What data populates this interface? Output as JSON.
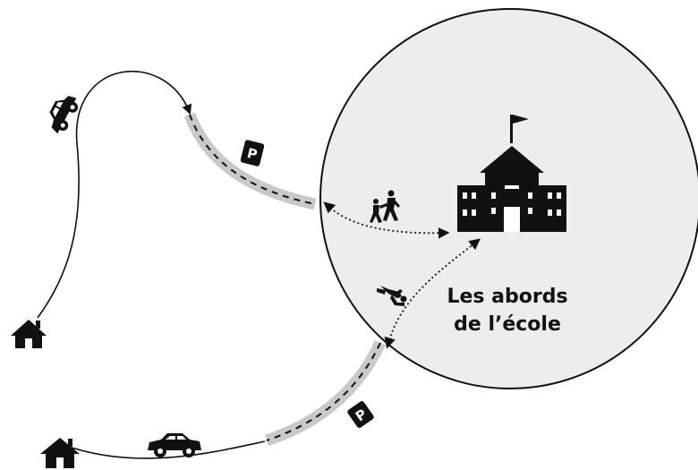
{
  "diagram": {
    "area_label_line1": "Les abords",
    "area_label_line2": "de l’école",
    "parking_sign_top": "P",
    "parking_sign_bottom": "P"
  },
  "icons": {
    "school": "school-building-icon",
    "house_top": "house-icon",
    "house_bottom": "house-icon",
    "car_top": "car-icon",
    "car_bottom": "car-icon",
    "walkers": "walking-people-icon",
    "runner": "running-person-icon",
    "parking_top": "parking-sign-icon",
    "parking_bottom": "parking-sign-icon"
  },
  "colors": {
    "school_zone_fill": "#ededed",
    "parking_strip": "#c9c9c9",
    "ink": "#111111"
  }
}
